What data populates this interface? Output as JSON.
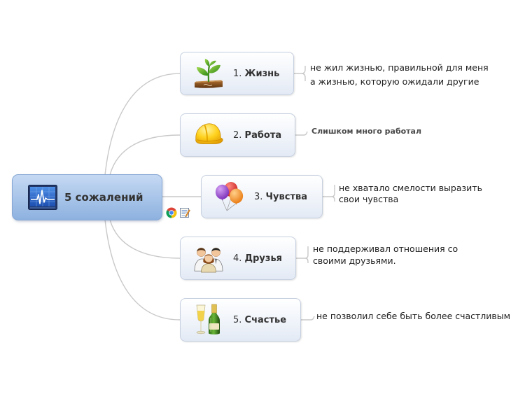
{
  "central": {
    "title": "5 сожалений",
    "icon": "monitor-heartbeat-icon",
    "markers": [
      "hyperlink-browser-icon",
      "notes-icon"
    ]
  },
  "branches": [
    {
      "number": "1.",
      "label": "Жизнь",
      "icon": "plant-sprout-icon",
      "note": [
        "не жил жизнью, правильной для меня",
        "а жизнью, которую ожидали другие"
      ]
    },
    {
      "number": "2.",
      "label": "Работа",
      "icon": "hard-hat-icon",
      "note": [
        "Слишком много работал"
      ]
    },
    {
      "number": "3.",
      "label": "Чувства",
      "icon": "balloons-icon",
      "note": [
        "не хватало смелости выразить",
        "свои чувства"
      ]
    },
    {
      "number": "4.",
      "label": "Друзья",
      "icon": "friends-icon",
      "note": [
        "не поддерживал отношения со",
        "своими друзьями."
      ]
    },
    {
      "number": "5.",
      "label": "Счастье",
      "icon": "champagne-icon",
      "note": [
        "не позволил себе быть более счастливым"
      ]
    }
  ],
  "colors": {
    "central_fill_top": "#c5d9f3",
    "central_fill_bottom": "#8db1df",
    "central_border": "#86a6d3",
    "topic_fill_top": "#ffffff",
    "topic_fill_bottom": "#e3eaf5",
    "topic_border": "#c6d0e0",
    "connector": "#c9c9c9",
    "text": "#333333"
  }
}
